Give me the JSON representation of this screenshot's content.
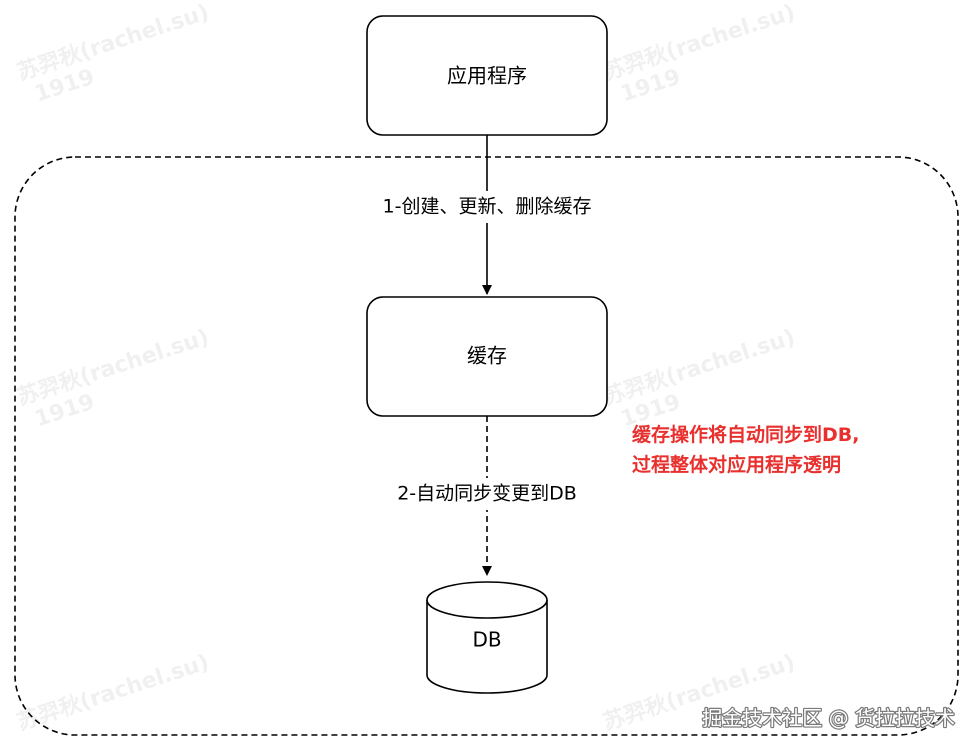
{
  "nodes": {
    "app": "应用程序",
    "cache": "缓存",
    "db": "DB"
  },
  "edges": {
    "app_to_cache": "1-创建、更新、删除缓存",
    "cache_to_db": "2-自动同步变更到DB"
  },
  "note": {
    "lines": [
      "缓存操作将自动同步到DB,",
      "过程整体对应用程序透明"
    ],
    "color": "#e8312f"
  },
  "watermark": {
    "name": "苏羿秋(rachel.su)",
    "id": "1919"
  },
  "footer": "掘金技术社区 @ 货拉拉技术"
}
